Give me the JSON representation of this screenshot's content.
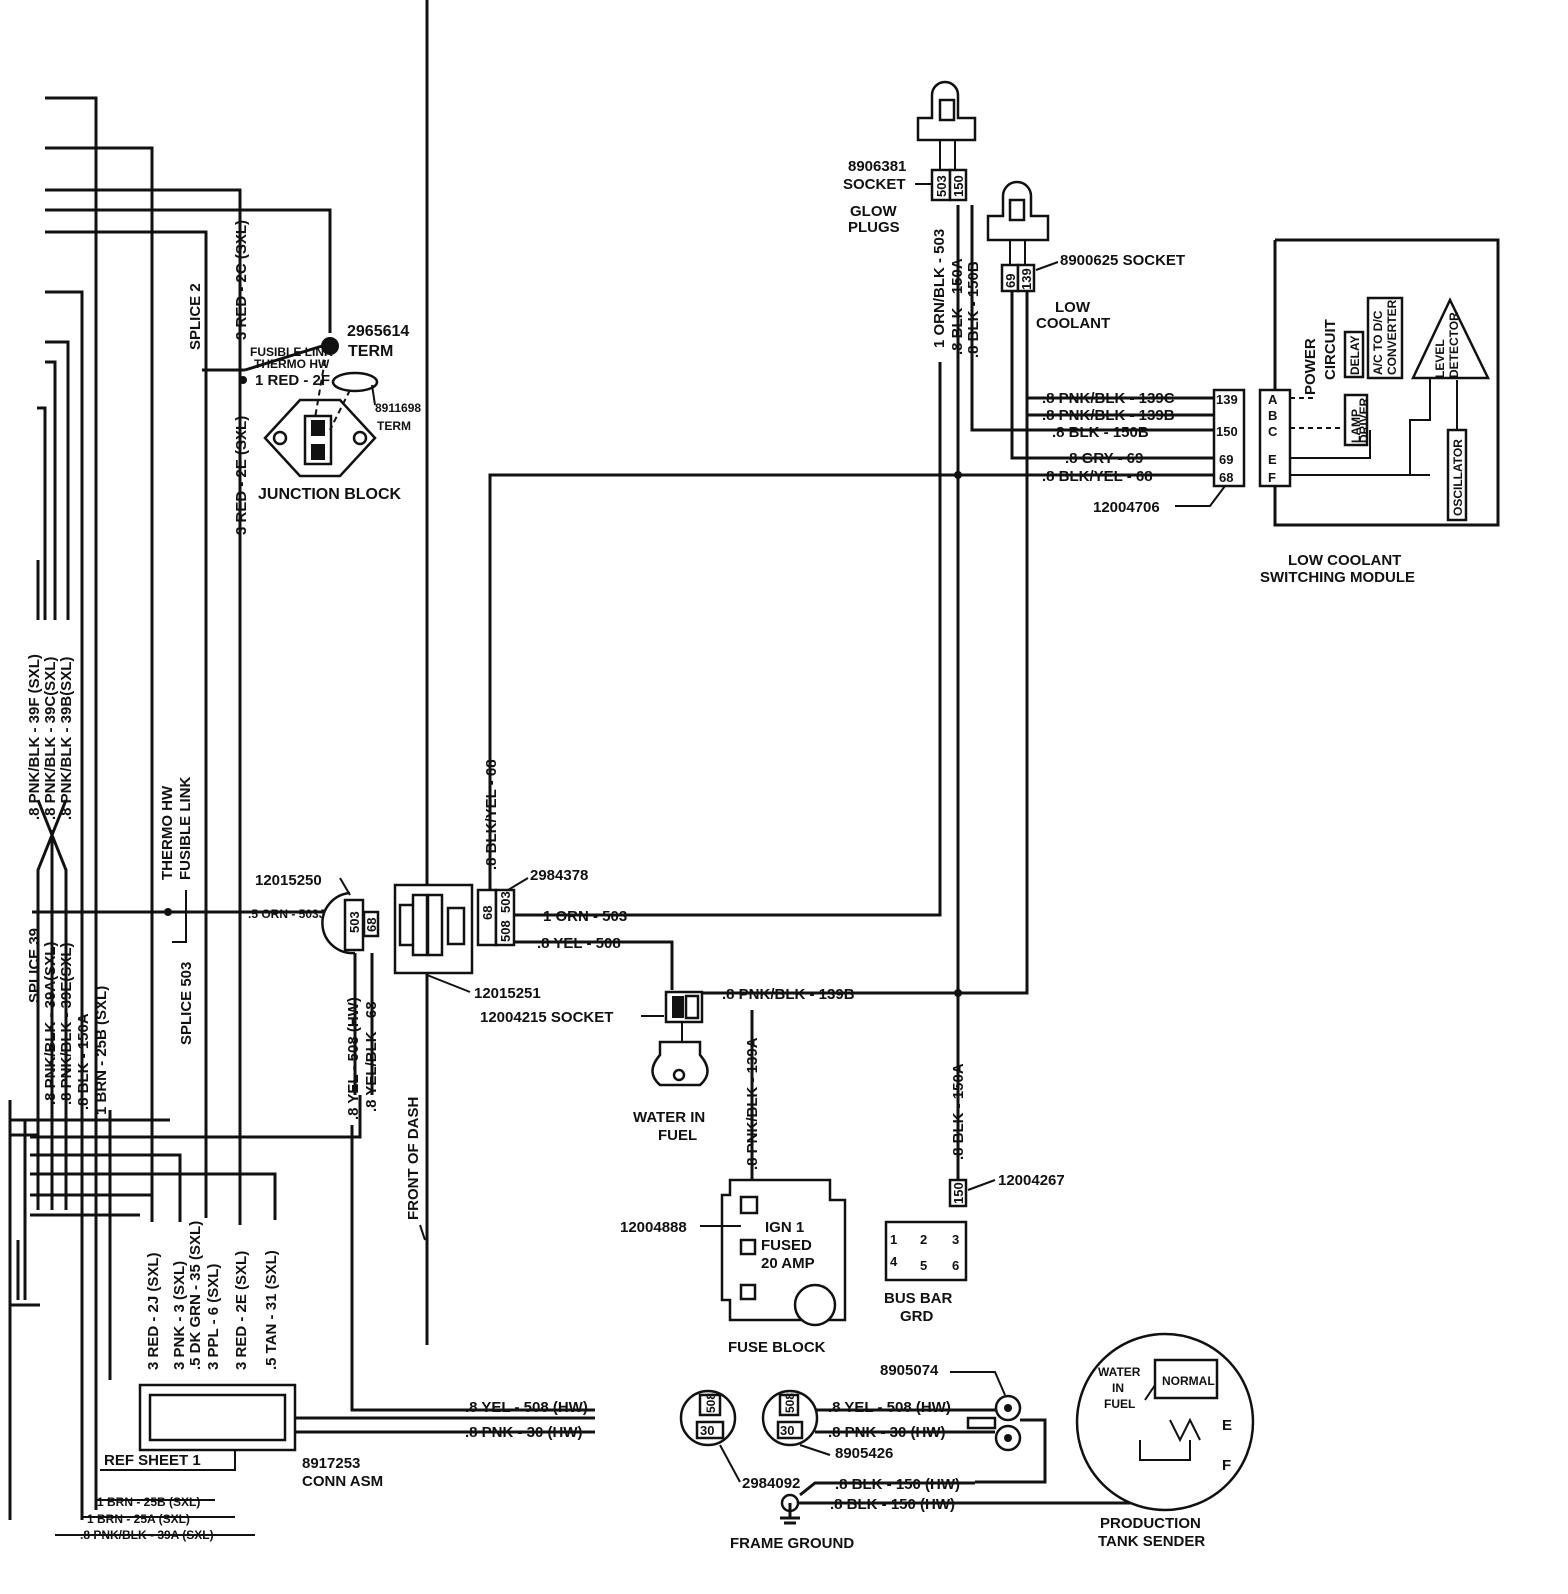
{
  "components": {
    "glow_plugs": {
      "label": "GLOW",
      "label2": "PLUGS",
      "socket": "8906381",
      "socket_label": "SOCKET",
      "pins": [
        "503",
        "150"
      ]
    },
    "low_coolant": {
      "label": "LOW",
      "label2": "COOLANT",
      "socket": "8900625 SOCKET",
      "pins": [
        "69",
        "139"
      ]
    },
    "module": {
      "label": "LOW COOLANT",
      "label2": "SWITCHING MODULE",
      "conn": "12004706",
      "pins": [
        "A",
        "B",
        "C",
        "E",
        "F"
      ],
      "conn_pins": [
        "139",
        "150",
        "69",
        "68"
      ],
      "power_circuit": "POWER",
      "power_circuit2": "CIRCUIT",
      "delay": "DELAY",
      "ac_dc": "A/C TO D/C",
      "ac_dc2": "CONVERTER",
      "lamp_driver": "LAMP",
      "lamp_driver2": "DRIVER",
      "level_detector": "LEVEL",
      "level_detector2": "DETECTOR",
      "oscillator": "OSCILLATOR"
    },
    "junction_block": {
      "label": "JUNCTION BLOCK",
      "term1": "2965614",
      "term1_label": "TERM",
      "term2": "8911698",
      "term2_label": "TERM",
      "fusible": "FUSIBLE LINK",
      "fusible2": "THERMO HW"
    },
    "front_of_dash": "FRONT OF DASH",
    "conn_12015250": {
      "label": "12015250",
      "pins": [
        "503",
        "68"
      ]
    },
    "conn_12015251": {
      "label": "12015251"
    },
    "conn_2984378": {
      "label": "2984378",
      "pins": [
        "68",
        "508",
        "503"
      ]
    },
    "water_in_fuel": {
      "label": "WATER IN",
      "label2": "FUEL",
      "socket": "12004215 SOCKET"
    },
    "fuse_block": {
      "label": "FUSE BLOCK",
      "conn": "12004888",
      "fuse": "IGN 1",
      "fuse2": "FUSED",
      "fuse3": "20 AMP"
    },
    "bus_bar": {
      "label": "BUS BAR",
      "label2": "GRD",
      "conn": "12004267",
      "pin": "150",
      "pins": [
        "1",
        "2",
        "3",
        "4",
        "5",
        "6"
      ]
    },
    "conn_8917253": {
      "label": "8917253",
      "label2": "CONN ASM",
      "ref": "REF SHEET 1"
    },
    "conn_2984092": {
      "label": "2984092",
      "pins": [
        "508",
        "30"
      ]
    },
    "conn_8905426": {
      "label": "8905426",
      "pins": [
        "508",
        "30"
      ]
    },
    "sender_8905074": "8905074",
    "tank_sender": {
      "label": "PRODUCTION",
      "label2": "TANK SENDER",
      "water": "WATER",
      "in": "IN",
      "fuel": "FUEL",
      "normal": "NORMAL",
      "e": "E",
      "f": "F"
    },
    "frame_ground": "FRAME GROUND"
  },
  "wires": {
    "w139c": ".8 PNK/BLK - 139C",
    "w139b_top": ".8 PNK/BLK - 139B",
    "w150b_h": ".8 BLK - 150B",
    "w69": ".8 GRY - 69",
    "w68": ".8 BLK/YEL - 68",
    "w503_v": "1 ORN/BLK - 503",
    "w150a_v": ".8 BLK - 150A",
    "w150b_v": ".8 BLK - 150B",
    "w68_v": ".8 BLK/YEL - 68",
    "w503_h": "1 ORN - 503",
    "w508_h": ".8 YEL - 508",
    "w139b_h": ".8 PNK/BLK - 139B",
    "w139a_v": ".8 PNK/BLK - 139A",
    "w150a_low": ".8 BLK - 150A",
    "w503j": ".5 ORN - 503J",
    "w508hw_v": ".8 YEL - 508 (HW)",
    "w68_v2": ".8 YEL/BLK - 68",
    "w508hw_h": ".8 YEL - 508 (HW)",
    "w30hw_h": ".8 PNK - 30 (HW)",
    "w508hw_r": ".8 YEL - 508 (HW)",
    "w30hw_r": ".8 PNK - 30 (HW)",
    "w150hw_1": ".8 BLK - 150 (HW)",
    "w150hw_2": ".8 BLK - 150 (HW)",
    "w2c": "3 RED - 2C (SXL)",
    "w2e_top": "3 RED - 2E (SXL)",
    "w2f": "1 RED - 2F",
    "splice2": "SPLICE 2",
    "thermo": "THERMO HW",
    "thermo2": "FUSIBLE LINK",
    "splice503": "SPLICE 503",
    "splice39": "SPLICE 39",
    "w39f": ".8 PNK/BLK - 39F (SXL)",
    "w39c": ".8 PNK/BLK - 39C(SXL)",
    "w39b": ".8 PNK/BLK - 39B(SXL)",
    "w39a": ".8 PNK/BLK - 39A(SXL)",
    "w39e": ".8 PNK/BLK - 39E(SXL)",
    "w150a_left": ".8 BLK - 150A",
    "w25b_left": "1 BRN - 25B (SXL)",
    "w2j": "3 RED - 2J (SXL)",
    "w3": "3 PNK - 3 (SXL)",
    "w35": ".5 DK GRN - 35 (SXL)",
    "w6": "3 PPL - 6 (SXL)",
    "w2e_bot": "3 RED - 2E (SXL)",
    "w31": ".5 TAN - 31 (SXL)",
    "w25b_bot": "1 BRN - 25B (SXL)",
    "w25a_bot": "1 BRN - 25A (SXL)",
    "w39a_bot": ".8 PNK/BLK - 39A (SXL)"
  }
}
